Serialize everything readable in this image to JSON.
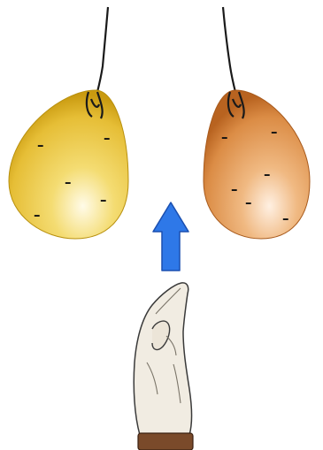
{
  "scene": {
    "balloons": [
      {
        "id": "left",
        "color_main": "#e7c33a",
        "color_light": "#fbf2b8",
        "color_dark": "#c99a10",
        "charges": [
          "–",
          "–",
          "–",
          "–",
          "–"
        ]
      },
      {
        "id": "right",
        "color_main": "#e3a05a",
        "color_light": "#f8dcc0",
        "color_dark": "#c06a25",
        "charges": [
          "–",
          "–",
          "–",
          "–",
          "–",
          "–"
        ]
      }
    ],
    "arrow": {
      "direction": "up",
      "color": "#2e78e8",
      "stroke": "#1a4fb0"
    },
    "hand": {
      "icon": "raised-hand-icon",
      "skin": "#f1ece2",
      "sleeve": "#7a4a2a"
    },
    "string_color": "#1a1a1a"
  }
}
